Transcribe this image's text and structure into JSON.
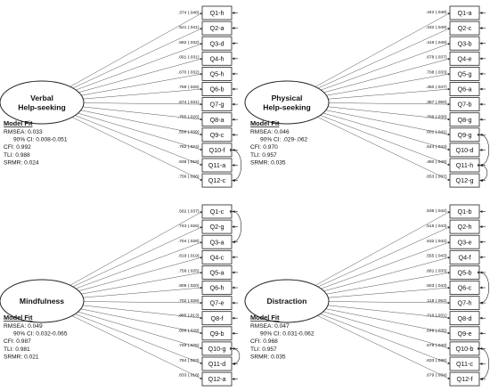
{
  "models": [
    {
      "latent": [
        "Verbal",
        "Help-seeking"
      ],
      "fit_heading": "Model Fit",
      "fit_lines": [
        "RMSEA: 0.033",
        "90% CI: 0.008-0.051",
        "CFI: 0.992",
        "TLI: 0.988",
        "SRMR: 0.024"
      ],
      "items": [
        {
          "label": "Q1-h",
          "loading": ".374 (.048)"
        },
        {
          "label": "Q2-a",
          "loading": ".521 (.041)"
        },
        {
          "label": "Q3-d",
          "loading": ".682 (.032)"
        },
        {
          "label": "Q4-h",
          "loading": ".691 (.031)"
        },
        {
          "label": "Q5-h",
          "loading": ".670 (.032)"
        },
        {
          "label": "Q6-b",
          "loading": ".759 (.025)"
        },
        {
          "label": "Q7-g",
          "loading": ".674 (.031)"
        },
        {
          "label": "Q8-a",
          "loading": ".755 (.026)"
        },
        {
          "label": "Q9-c",
          "loading": ".556 (.039)"
        },
        {
          "label": "Q10-f",
          "loading": ".782 (.024)"
        },
        {
          "label": "Q11-a",
          "loading": ".839 (.019)"
        },
        {
          "label": "Q12-c",
          "loading": ".756 (.026)"
        }
      ],
      "correlated_error_pairs": [
        [
          9,
          11
        ]
      ]
    },
    {
      "latent": [
        "Physical",
        "Help-seeking"
      ],
      "fit_heading": "Model Fit",
      "fit_lines": [
        "RMSEA: 0.046",
        "90% CI: .029-.062",
        "CFI: 0.970",
        "TLI: 0.957",
        "SRMR: 0.035"
      ],
      "items": [
        {
          "label": "Q1-a",
          "loading": ".442 (.048)"
        },
        {
          "label": "Q2-c",
          "loading": ".432 (.049)"
        },
        {
          "label": "Q3-b",
          "loading": ".416 (.049)"
        },
        {
          "label": "Q4-e",
          "loading": ".678 (.037)"
        },
        {
          "label": "Q5-g",
          "loading": ".708 (.033)"
        },
        {
          "label": "Q6-a",
          "loading": ".460 (.047)"
        },
        {
          "label": "Q7-b",
          "loading": ".387 (.050)"
        },
        {
          "label": "Q8-g",
          "loading": ".709 (.038)"
        },
        {
          "label": "Q9-g",
          "loading": ".601 (.041)"
        },
        {
          "label": "Q10-d",
          "loading": ".544 (.043)"
        },
        {
          "label": "Q11-h",
          "loading": ".490 (.048)"
        },
        {
          "label": "Q12-g",
          "loading": ".653 (.037)"
        }
      ],
      "correlated_error_pairs": [
        [
          8,
          10
        ],
        [
          10,
          11
        ]
      ]
    },
    {
      "latent": [
        "Mindfulness"
      ],
      "fit_heading": "Model Fit",
      "fit_lines": [
        "RMSEA: 0.049",
        "90% CI: 0.032-0.065",
        "CFI: 0.987",
        "TLI: 0.981",
        "SRMR: 0.021"
      ],
      "items": [
        {
          "label": "Q1-c",
          "loading": ".562 (.037)"
        },
        {
          "label": "Q2-g",
          "loading": ".743 (.026)"
        },
        {
          "label": "Q3-a",
          "loading": ".704 (.028)"
        },
        {
          "label": "Q4-c",
          "loading": ".819 (.019)"
        },
        {
          "label": "Q5-a",
          "loading": ".758 (.025)"
        },
        {
          "label": "Q6-h",
          "loading": ".809 (.020)"
        },
        {
          "label": "Q7-e",
          "loading": ".702 (.028)"
        },
        {
          "label": "Q8-f",
          "loading": ".885 (.013)"
        },
        {
          "label": "Q9-b",
          "loading": ".686 (.029)"
        },
        {
          "label": "Q10-g",
          "loading": ".748 (.025)"
        },
        {
          "label": "Q11-d",
          "loading": ".784 (.023)"
        },
        {
          "label": "Q12-a",
          "loading": ".833 (.018)"
        }
      ],
      "correlated_error_pairs": [
        [
          0,
          2
        ],
        [
          9,
          10
        ]
      ]
    },
    {
      "latent": [
        "Distraction"
      ],
      "fit_heading": "Model Fit",
      "fit_lines": [
        "RMSEA: 0.047",
        "90% CI: 0.031-0.062",
        "CFI: 0.968",
        "TLI: 0.957",
        "SRMR: 0.035"
      ],
      "items": [
        {
          "label": "Q1-b",
          "loading": ".536 (.042)"
        },
        {
          "label": "Q2-h",
          "loading": ".515 (.043)"
        },
        {
          "label": "Q3-e",
          "loading": ".532 (.042)"
        },
        {
          "label": "Q4-f",
          "loading": ".555 (.043)"
        },
        {
          "label": "Q5-b",
          "loading": ".681 (.033)"
        },
        {
          "label": "Q6-c",
          "loading": ".503 (.043)"
        },
        {
          "label": "Q7-h",
          "loading": ".118 (.052)"
        },
        {
          "label": "Q8-d",
          "loading": ".719 (.031)"
        },
        {
          "label": "Q9-e",
          "loading": ".649 (.035)"
        },
        {
          "label": "Q10-b",
          "loading": ".578 (.040)"
        },
        {
          "label": "Q11-c",
          "loading": ".633 (.036)"
        },
        {
          "label": "Q12-f",
          "loading": ".679 (.034)"
        }
      ],
      "correlated_error_pairs": [
        [
          4,
          6
        ],
        [
          9,
          11
        ]
      ]
    }
  ]
}
